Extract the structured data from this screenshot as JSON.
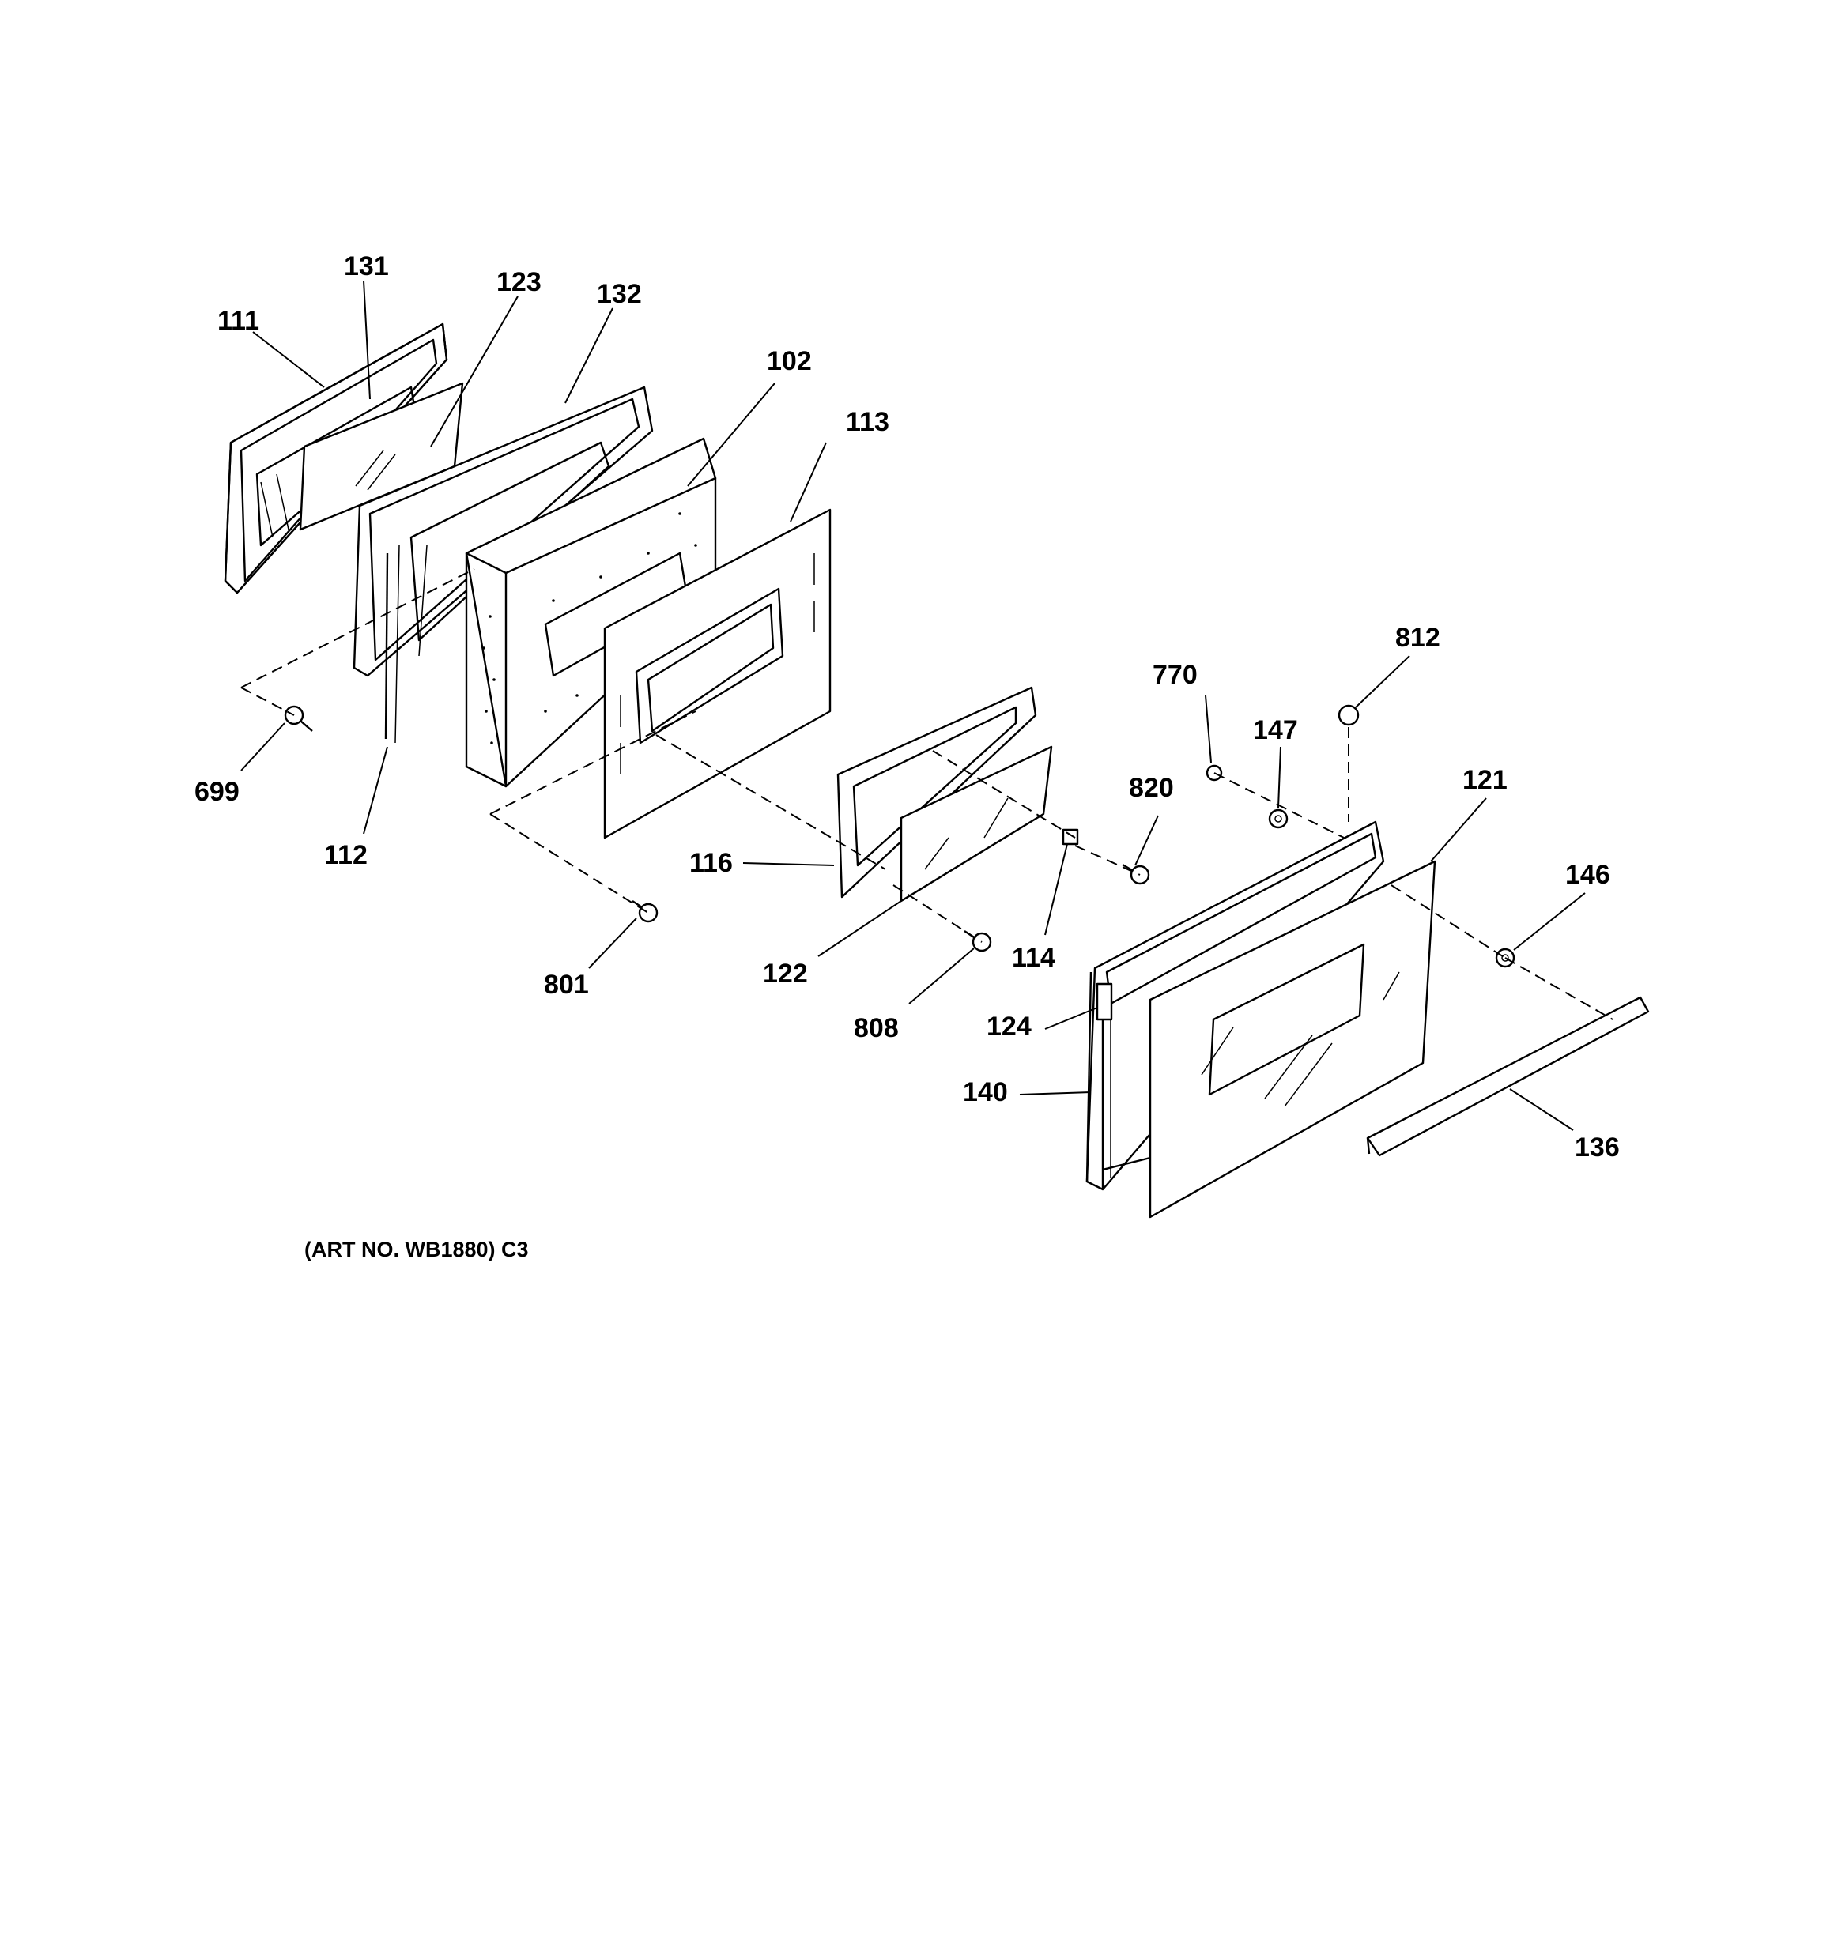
{
  "diagram": {
    "part_labels": {
      "p111": "111",
      "p131": "131",
      "p123": "123",
      "p132": "132",
      "p102": "102",
      "p113": "113",
      "p699": "699",
      "p112": "112",
      "p801": "801",
      "p116": "116",
      "p122": "122",
      "p808": "808",
      "p114": "114",
      "p820": "820",
      "p770": "770",
      "p147": "147",
      "p812": "812",
      "p121": "121",
      "p146": "146",
      "p124": "124",
      "p140": "140",
      "p136": "136"
    },
    "caption": "(ART NO. WB1880) C3"
  }
}
